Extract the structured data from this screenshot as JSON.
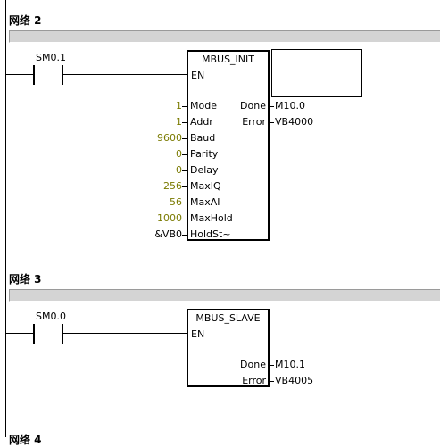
{
  "network2": {
    "title": "网络 2",
    "contact": "SM0.1",
    "block": {
      "name": "MBUS_INIT",
      "en": "EN",
      "inputs": [
        {
          "value": "1",
          "pin": "Mode",
          "color": "yellow"
        },
        {
          "value": "1",
          "pin": "Addr",
          "color": "yellow"
        },
        {
          "value": "9600",
          "pin": "Baud",
          "color": "yellow"
        },
        {
          "value": "0",
          "pin": "Parity",
          "color": "yellow"
        },
        {
          "value": "0",
          "pin": "Delay",
          "color": "yellow"
        },
        {
          "value": "256",
          "pin": "MaxIQ",
          "color": "yellow"
        },
        {
          "value": "56",
          "pin": "MaxAI",
          "color": "yellow"
        },
        {
          "value": "1000",
          "pin": "MaxHold",
          "color": "yellow"
        },
        {
          "value": "&VB0",
          "pin": "HoldSt~",
          "color": "black"
        }
      ],
      "outputs": [
        {
          "pin": "Done",
          "value": "M10.0"
        },
        {
          "pin": "Error",
          "value": "VB4000"
        }
      ]
    }
  },
  "network3": {
    "title": "网络 3",
    "contact": "SM0.0",
    "block": {
      "name": "MBUS_SLAVE",
      "en": "EN",
      "outputs": [
        {
          "pin": "Done",
          "value": "M10.1"
        },
        {
          "pin": "Error",
          "value": "VB4005"
        }
      ]
    }
  },
  "network4": {
    "title": "网络 4"
  },
  "colors": {
    "constant": "#7a7a00",
    "comment_bar": "#d4d4d4"
  }
}
